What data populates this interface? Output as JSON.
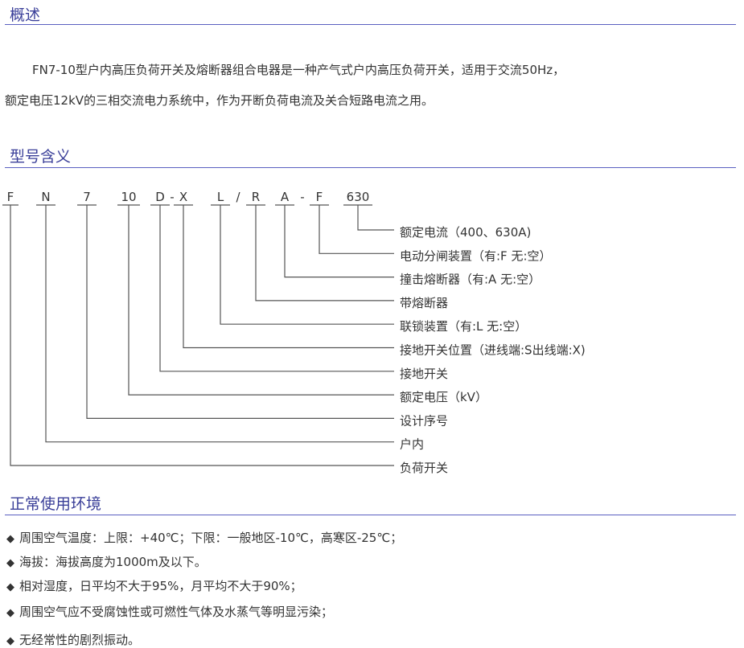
{
  "overview": {
    "title": "概述",
    "lines": [
      "FN7-10型户内高压负荷开关及熔断器组合电器是一种产气式户内高压负荷开关，适用于交流50Hz，",
      "额定电压12kV的三相交流电力系统中，作为开断负荷电流及关合短路电流之用。"
    ]
  },
  "model": {
    "title": "型号含义",
    "symbols": [
      "F",
      "N",
      "7",
      "10",
      "D",
      "-",
      "X",
      "L",
      "/",
      "R",
      "A",
      "-",
      "F",
      "630"
    ],
    "labels": [
      "额定电流（400、630A)",
      "电动分闸装置（有:F 无:空）",
      "撞击熔断器（有:A 无:空）",
      "带熔断器",
      "联锁装置（有:L 无:空）",
      "接地开关位置（进线端:S出线端:X)",
      "接地开关",
      "额定电压（kV）",
      "设计序号",
      "户内",
      "负荷开关"
    ]
  },
  "environment": {
    "title": "正常使用环境",
    "bullet": "◆",
    "items": [
      "周围空气温度：上限：+40℃；下限：一般地区-10℃，高寒区-25℃；",
      "海拔：海拔高度为1000m及以下。",
      "相对湿度，日平均不大于95%，月平均不大于90%；",
      "周围空气应不受腐蚀性或可燃性气体及水蒸气等明显污染；",
      "无经常性的剧烈振动。"
    ]
  }
}
